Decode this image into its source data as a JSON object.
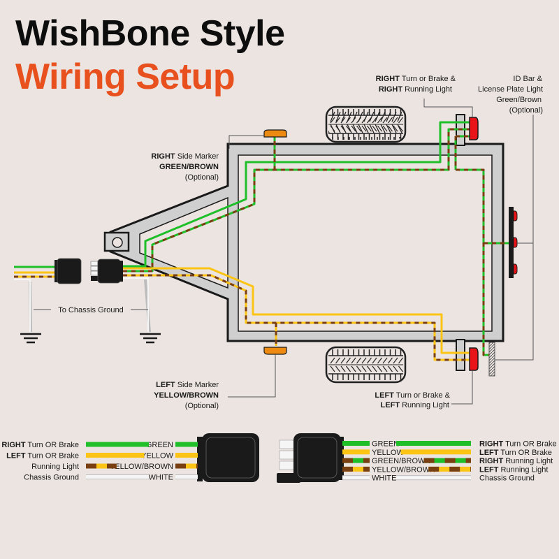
{
  "title": {
    "line1": "WishBone Style",
    "line2": "Wiring Setup"
  },
  "colors": {
    "background": "#ebe4e1",
    "accent": "#e8501e",
    "green": "#1fbf2a",
    "yellow": "#fcc515",
    "brown": "#7a3f10",
    "white_wire": "#f5f5f5",
    "frame": "#cfcfcf",
    "light_red": "#e8141a",
    "marker_amber": "#ec8a12"
  },
  "labels": {
    "right_turn": {
      "bold1": "RIGHT",
      "rest1": " Turn or Brake &",
      "bold2": "RIGHT",
      "rest2": " Running Light"
    },
    "id_bar": {
      "line1": "ID Bar &",
      "line2": "License Plate Light",
      "line3": "Green/Brown",
      "line4": "(Optional)"
    },
    "right_marker": {
      "bold1": "RIGHT",
      "rest1": " Side Marker",
      "line2": "GREEN/BROWN",
      "line3": "(Optional)"
    },
    "left_marker": {
      "bold1": "LEFT",
      "rest1": " Side Marker",
      "line2": "YELLOW/BROWN",
      "line3": "(Optional)"
    },
    "left_turn": {
      "bold1": "LEFT",
      "rest1": " Turn or Brake &",
      "bold2": "LEFT",
      "rest2": " Running Light"
    },
    "chassis_ground": "To Chassis Ground"
  },
  "legend_left": [
    {
      "bold": "RIGHT",
      "label": " Turn OR Brake",
      "wire": "GREEN",
      "pattern": "green"
    },
    {
      "bold": "LEFT",
      "label": " Turn OR Brake",
      "wire": "YELLOW",
      "pattern": "yellow"
    },
    {
      "bold": "",
      "label": "Running Light",
      "wire": "YELLOW/BROWN",
      "pattern": "yellow-brown"
    },
    {
      "bold": "",
      "label": "Chassis Ground",
      "wire": "WHITE",
      "pattern": "white"
    }
  ],
  "legend_right": [
    {
      "bold": "RIGHT",
      "label": " Turn OR Brake",
      "wire": "GREEN",
      "pattern": "green"
    },
    {
      "bold": "LEFT",
      "label": " Turn OR Brake",
      "wire": "YELLOW",
      "pattern": "yellow"
    },
    {
      "bold": "RIGHT",
      "label": " Running Light",
      "wire": "GREEN/BROWN",
      "pattern": "green-brown"
    },
    {
      "bold": "LEFT",
      "label": " Running Light",
      "wire": "YELLOW/BROWN",
      "pattern": "yellow-brown"
    },
    {
      "bold": "",
      "label": "Chassis Ground",
      "wire": "WHITE",
      "pattern": "white"
    }
  ]
}
